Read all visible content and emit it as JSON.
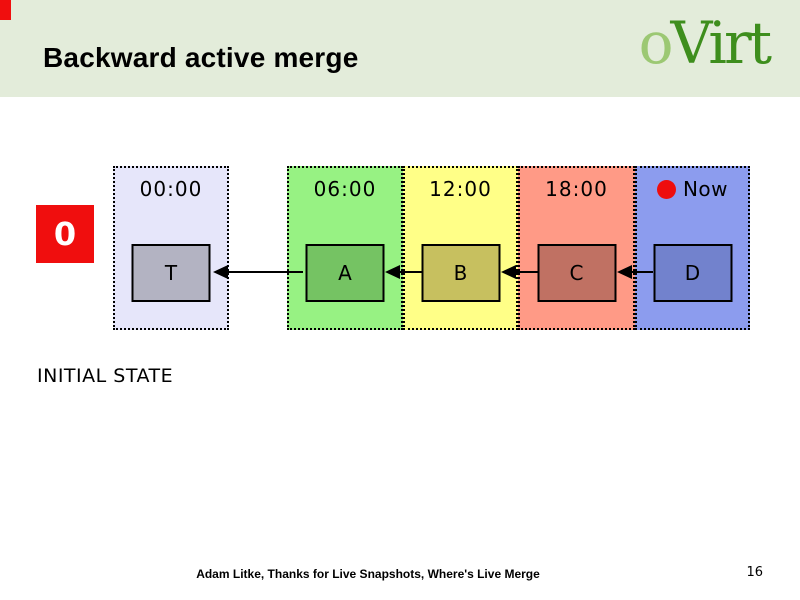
{
  "header": {
    "title": "Backward active merge",
    "logo": {
      "o": "o",
      "virt": "Virt"
    }
  },
  "badge": {
    "label": "0"
  },
  "timeline": {
    "sections": [
      {
        "time": "00:00",
        "bg": "#e6e6fa",
        "node_label": "T",
        "node_fill": "#b3b3c2"
      },
      {
        "time": "06:00",
        "bg": "#97f283",
        "node_label": "A",
        "node_fill": "#75c363"
      },
      {
        "time": "12:00",
        "bg": "#ffff87",
        "node_label": "B",
        "node_fill": "#c7c05f"
      },
      {
        "time": "18:00",
        "bg": "#ff9a86",
        "node_label": "C",
        "node_fill": "#c07163"
      },
      {
        "time": "Now",
        "bg": "#8c9cee",
        "node_label": "D",
        "node_fill": "#7282cd"
      }
    ],
    "arrow_direction": "left"
  },
  "status": {
    "state_label": "INITIAL STATE"
  },
  "footer": {
    "credit": "Adam Litke, Thanks for Live Snapshots, Where's Live Merge",
    "page_number": "16"
  },
  "colors": {
    "accent_red": "#f00e0e",
    "header_green": "#e3ecda",
    "logo_light_green": "#9cc873",
    "logo_dark_green": "#3e8e1d"
  }
}
